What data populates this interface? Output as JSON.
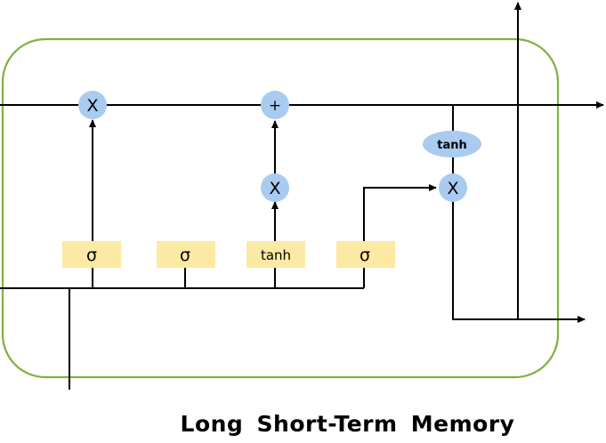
{
  "caption": "Long Short-Term Memory",
  "colors": {
    "cell_border": "#7cb342",
    "gate_fill": "#fce9a3",
    "op_fill": "#a9cbef",
    "line": "#000000"
  },
  "gates": [
    {
      "label": "σ"
    },
    {
      "label": "σ"
    },
    {
      "label": "tanh"
    },
    {
      "label": "σ"
    }
  ],
  "ops": {
    "forget_multiply": "X",
    "add": "+",
    "input_multiply": "X",
    "output_multiply": "X",
    "output_tanh": "tanh"
  }
}
